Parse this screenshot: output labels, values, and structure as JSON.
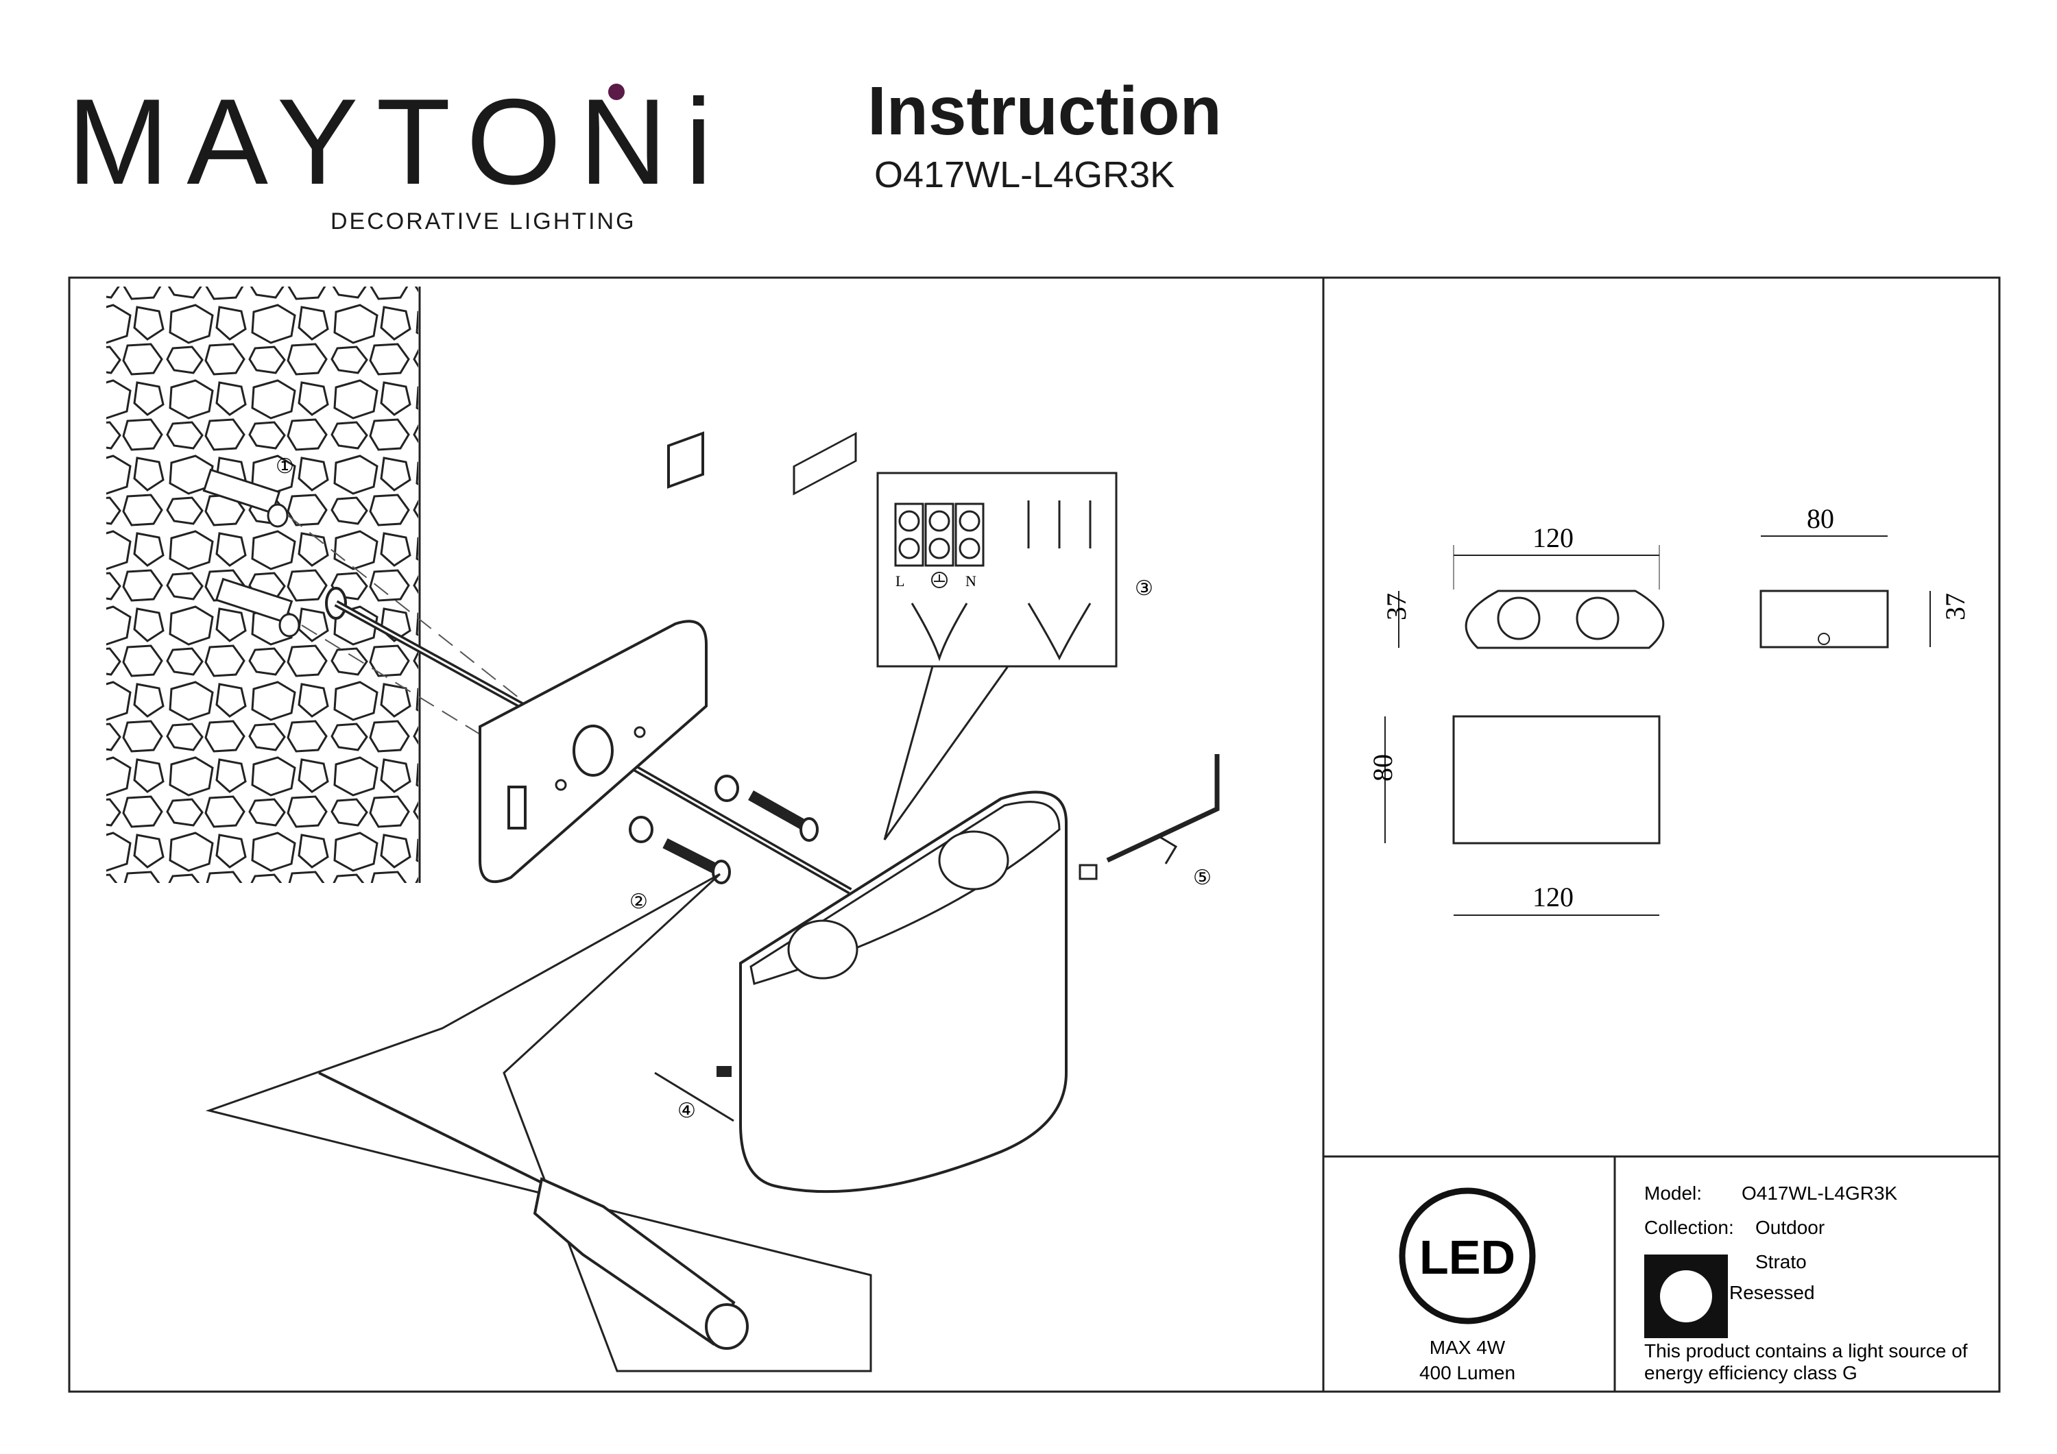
{
  "brand": {
    "name": "MAYTONi",
    "tagline": "DECORATIVE LIGHTING",
    "accent_color": "#5b1a48"
  },
  "header": {
    "title": "Instruction",
    "model": "O417WL-L4GR3K"
  },
  "steps": [
    "①",
    "②",
    "③",
    "④",
    "⑤"
  ],
  "wiring": {
    "terminals": [
      "L",
      "N"
    ],
    "earth_icon": "earth-ground-icon"
  },
  "dimensions": {
    "front_width": "120",
    "front_height": "37",
    "side_depth": "80",
    "side_height": "37",
    "top_depth": "80",
    "top_width": "120"
  },
  "led_panel": {
    "logo": "LED",
    "power": "MAX 4W",
    "flux": "400 Lumen"
  },
  "info": {
    "model_label": "Model:",
    "model_value": "O417WL-L4GR3K",
    "collection_label": "Collection:",
    "collection_value": "Outdoor",
    "series_name": "Strato",
    "series_type": "Resessed",
    "energy_note_1": "This product contains a light source of",
    "energy_note_2": "energy efficiency class G"
  }
}
